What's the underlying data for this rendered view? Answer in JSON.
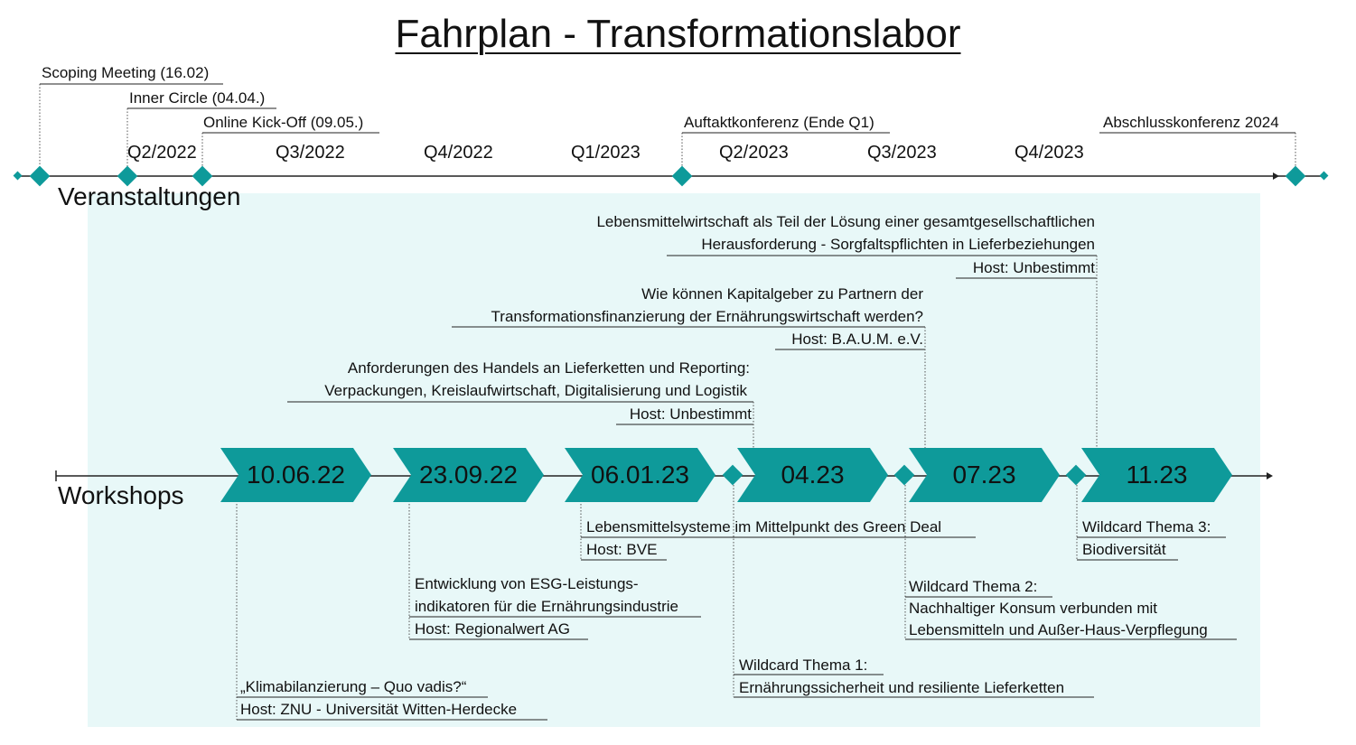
{
  "title": "Fahrplan - Transformationslabor",
  "sections": {
    "top": "Veranstaltungen",
    "bottom": "Workshops"
  },
  "events": {
    "scoping": "Scoping Meeting (16.02)",
    "inner": "Inner Circle (04.04.)",
    "kickoff": "Online Kick-Off (09.05.)",
    "auftakt": "Auftaktkonferenz (Ende Q1)",
    "abschluss": "Abschlusskonferenz 2024"
  },
  "quarters": [
    "Q2/2022",
    "Q3/2022",
    "Q4/2022",
    "Q1/2023",
    "Q2/2023",
    "Q3/2023",
    "Q4/2023"
  ],
  "workshops": [
    "10.06.22",
    "23.09.22",
    "06.01.23",
    "04.23",
    "07.23",
    "11.23"
  ],
  "upper_topics": {
    "handel": {
      "line1": "Anforderungen des Handels an Lieferketten und Reporting:",
      "line2": "Verpackungen, Kreislaufwirtschaft, Digitalisierung und Logistik",
      "host": "Host: Unbestimmt"
    },
    "kapital": {
      "line1": "Wie können Kapitalgeber zu Partnern der",
      "line2": "Transformationsfinanzierung der Ernährungswirtschaft werden?",
      "host": "Host: B.A.U.M. e.V."
    },
    "lebensmittel": {
      "line1": "Lebensmittelwirtschaft als Teil der Lösung einer gesamtgesellschaftlichen",
      "line2": "Herausforderung - Sorgfaltspflichten in Lieferbeziehungen",
      "host": "Host: Unbestimmt"
    }
  },
  "lower_topics": {
    "green_deal": {
      "line1": "Lebensmittelsysteme im Mittelpunkt des Green Deal",
      "host": "Host: BVE"
    },
    "esg": {
      "line1": "Entwicklung von ESG-Leistungs-",
      "line2": "indikatoren für die Ernährungsindustrie",
      "host": "Host: Regionalwert AG"
    },
    "klima": {
      "line1": "„Klimabilanzierung – Quo vadis?“",
      "host": "Host: ZNU - Universität Witten-Herdecke"
    },
    "wildcard1": {
      "line1": "Wildcard Thema 1:",
      "line2": "Ernährungssicherheit und resiliente Lieferketten"
    },
    "wildcard2": {
      "line1": "Wildcard Thema 2:",
      "line2": "Nachhaltiger Konsum verbunden mit",
      "line3": "Lebensmitteln und Außer-Haus-Verpflegung"
    },
    "wildcard3": {
      "line1": "Wildcard Thema 3:",
      "line2": "Biodiversität"
    }
  },
  "colors": {
    "accent": "#0e9a9a",
    "panel": "#e8f8f8"
  }
}
